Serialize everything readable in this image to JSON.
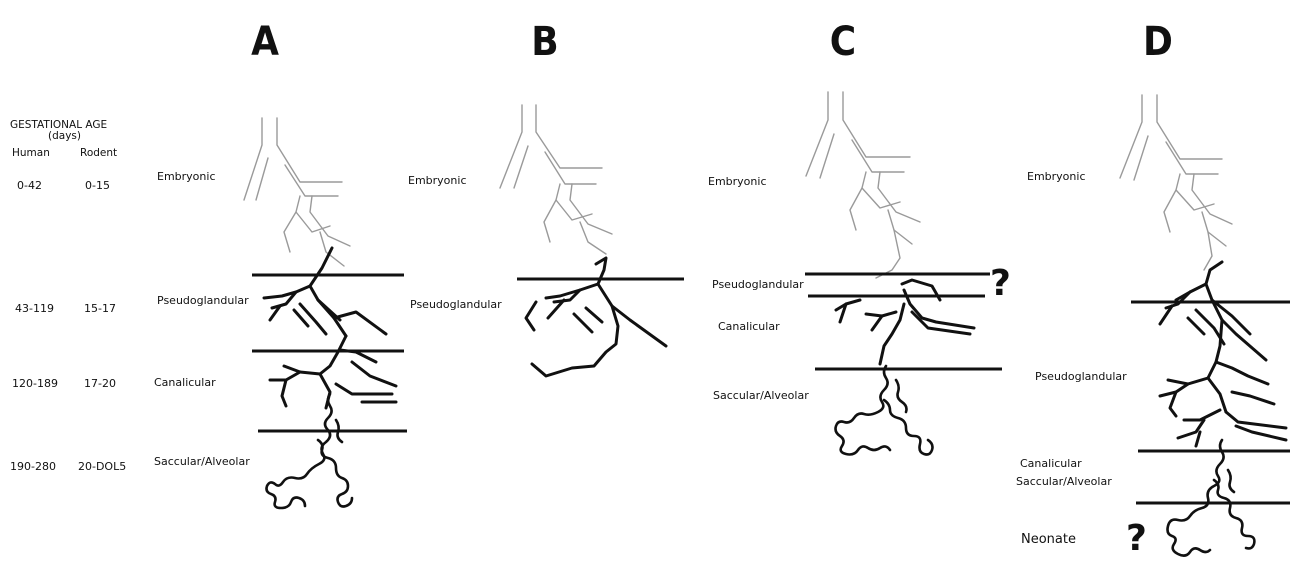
{
  "panels": [
    "A",
    "B",
    "C",
    "D"
  ],
  "legend": {
    "title": "GESTATIONAL AGE",
    "unit": "(days)",
    "col_human": "Human",
    "col_rodent": "Rodent",
    "rows": [
      {
        "human": "0-42",
        "rodent": "0-15"
      },
      {
        "human": "43-119",
        "rodent": "15-17"
      },
      {
        "human": "120-189",
        "rodent": "17-20"
      },
      {
        "human": "190-280",
        "rodent": "20-DOL5"
      }
    ]
  },
  "panel_a": {
    "stages": [
      "Embryonic",
      "Pseudoglandular",
      "Canalicular",
      "Saccular/Alveolar"
    ]
  },
  "panel_b": {
    "stages": [
      "Embryonic",
      "Pseudoglandular"
    ]
  },
  "panel_c": {
    "stages": [
      "Embryonic",
      "Pseudoglandular",
      "Canalicular",
      "Saccular/Alveolar"
    ],
    "question": "?"
  },
  "panel_d": {
    "stages": [
      "Embryonic",
      "Pseudoglandular",
      "Canalicular",
      "Saccular/Alveolar",
      "Neonate"
    ],
    "question": "?"
  }
}
